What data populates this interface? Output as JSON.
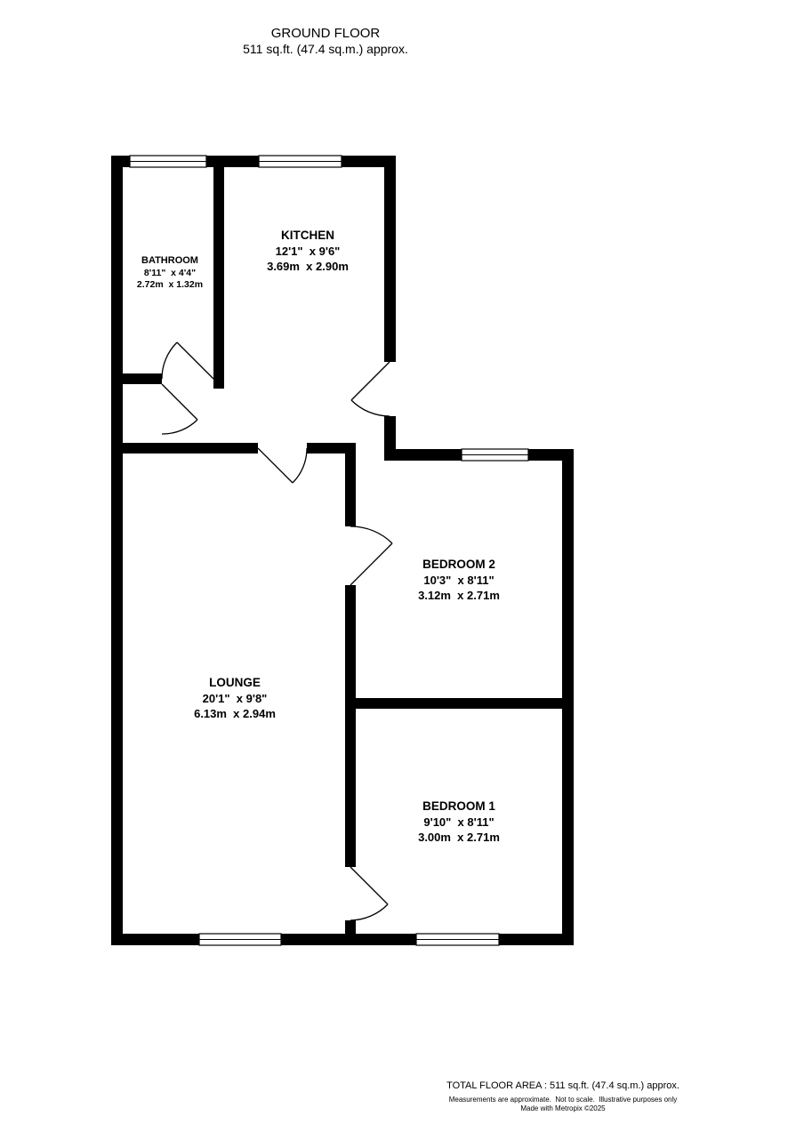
{
  "header": {
    "title": "GROUND FLOOR",
    "subtitle": "511 sq.ft. (47.4 sq.m.) approx."
  },
  "rooms": {
    "bathroom": {
      "name": "BATHROOM",
      "imperial": "8'11\"  x 4'4\"",
      "metric": "2.72m  x 1.32m"
    },
    "kitchen": {
      "name": "KITCHEN",
      "imperial": "12'1\"  x 9'6\"",
      "metric": "3.69m  x 2.90m"
    },
    "bedroom2": {
      "name": "BEDROOM 2",
      "imperial": "10'3\"  x 8'11\"",
      "metric": "3.12m  x 2.71m"
    },
    "lounge": {
      "name": "LOUNGE",
      "imperial": "20'1\"  x 9'8\"",
      "metric": "6.13m  x 2.94m"
    },
    "bedroom1": {
      "name": "BEDROOM 1",
      "imperial": "9'10\"  x 8'11\"",
      "metric": "3.00m  x 2.71m"
    }
  },
  "footer": {
    "total_area": "TOTAL FLOOR AREA : 511 sq.ft. (47.4 sq.m.) approx.",
    "disclaimer": "Measurements are approximate.  Not to scale.  Illustrative purposes only",
    "credit": "Made with Metropix ©2025"
  },
  "colors": {
    "wall": "#000000",
    "background": "#ffffff"
  }
}
